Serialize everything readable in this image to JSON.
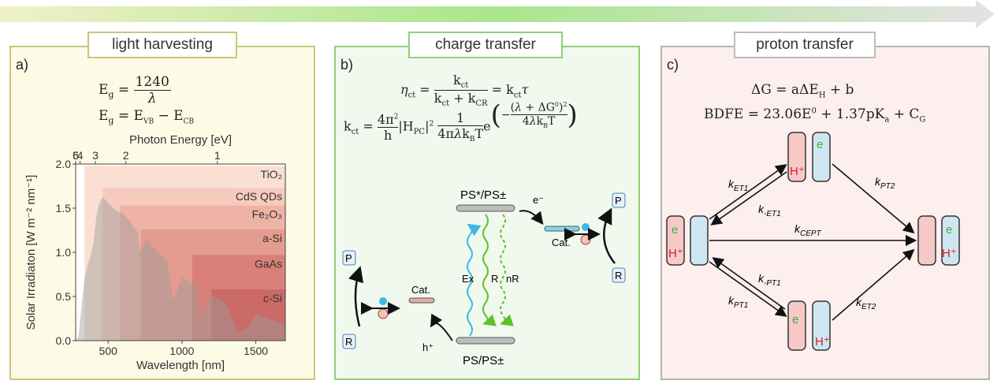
{
  "panels": {
    "a": {
      "letter": "a)",
      "title": "light harvesting",
      "eq1_lhs": "E",
      "eq1_sub": "g",
      "eq1_num": "1240",
      "eq1_den": "λ",
      "eq2": "E",
      "eq2_sub": "g",
      "eq2_rhs_a": "E",
      "eq2_rhs_a_sub": "VB",
      "eq2_rhs_b": "E",
      "eq2_rhs_b_sub": "CB",
      "materials": [
        "TiO₂",
        "CdS QDs",
        "Fe₂O₃",
        "a-Si",
        "GaAs",
        "c-Si"
      ]
    },
    "b": {
      "letter": "b)",
      "title": "charge transfer",
      "ps_top": "PS*/PS±",
      "ps_bottom": "PS/PS±",
      "cat": "Cat.",
      "ex": "Ex",
      "r": "R",
      "nr": "nR",
      "p": "P",
      "rbox": "R",
      "e_minus": "e⁻",
      "h_plus": "h⁺",
      "e": "e",
      "h": "H⁺"
    },
    "c": {
      "letter": "c)",
      "title": "proton transfer",
      "eq1": "ΔG = aΔE",
      "eq1_sub": "H",
      "eq1_tail": " + b",
      "eq2": "BDFE = 23.06E",
      "eq2_sup": "0",
      "eq2_mid": " + 1.37pK",
      "eq2_sub": "a",
      "eq2_tail": " + C",
      "eq2_tail_sub": "G",
      "e": "e",
      "h": "H⁺",
      "k_et1": "k",
      "k_et1_sub": "ET1",
      "k_met1_sub": "-ET1",
      "k_pt2_sub": "PT2",
      "k_cept_sub": "CEPT",
      "k_mpt1_sub": "-PT1",
      "k_pt1_sub": "PT1",
      "k_et2_sub": "ET2"
    }
  },
  "chart_data": {
    "type": "area",
    "title": "",
    "xlabel": "Wavelength [nm]",
    "ylabel": "Solar Irradiaton [W m⁻² nm⁻¹]",
    "top_xlabel": "Photon Energy [eV]",
    "xlim": [
      280,
      1700
    ],
    "ylim": [
      0,
      2.0
    ],
    "xticks": [
      500,
      1000,
      1500
    ],
    "yticks": [
      "0.0",
      "0.5",
      "1.0",
      "1.5",
      "2.0"
    ],
    "top_ticks": [
      "6",
      "5",
      "4",
      "3",
      "2",
      "1"
    ],
    "top_tick_values_eV": [
      6,
      5,
      4,
      3,
      2,
      1
    ],
    "series": [
      {
        "x": [
          280,
          300,
          320,
          340,
          360,
          380,
          400,
          420,
          440,
          460,
          480,
          500,
          550,
          600,
          650,
          700,
          720,
          760,
          800,
          900,
          940,
          1000,
          1100,
          1130,
          1200,
          1300,
          1380,
          1450,
          1500,
          1600,
          1700
        ],
        "y": [
          0.0,
          0.05,
          0.4,
          0.7,
          0.85,
          0.95,
          1.1,
          1.4,
          1.55,
          1.62,
          1.6,
          1.56,
          1.48,
          1.44,
          1.35,
          1.22,
          1.0,
          1.15,
          1.06,
          0.9,
          0.45,
          0.72,
          0.62,
          0.25,
          0.52,
          0.42,
          0.1,
          0.15,
          0.3,
          0.24,
          0.18
        ]
      }
    ],
    "bands": [
      {
        "name": "TiO₂",
        "edge_nm": 340,
        "top": 1.98,
        "color": "#fadfd3"
      },
      {
        "name": "CdS QDs",
        "edge_nm": 460,
        "top": 1.73,
        "color": "#f6cbbd"
      },
      {
        "name": "Fe₂O₃",
        "edge_nm": 580,
        "top": 1.53,
        "color": "#efb3a5"
      },
      {
        "name": "a-Si",
        "edge_nm": 720,
        "top": 1.26,
        "color": "#e49b90"
      },
      {
        "name": "GaAs",
        "edge_nm": 1070,
        "top": 0.97,
        "color": "#d9807a"
      },
      {
        "name": "c-Si",
        "edge_nm": 1200,
        "top": 0.58,
        "color": "#cc6a67"
      }
    ]
  }
}
